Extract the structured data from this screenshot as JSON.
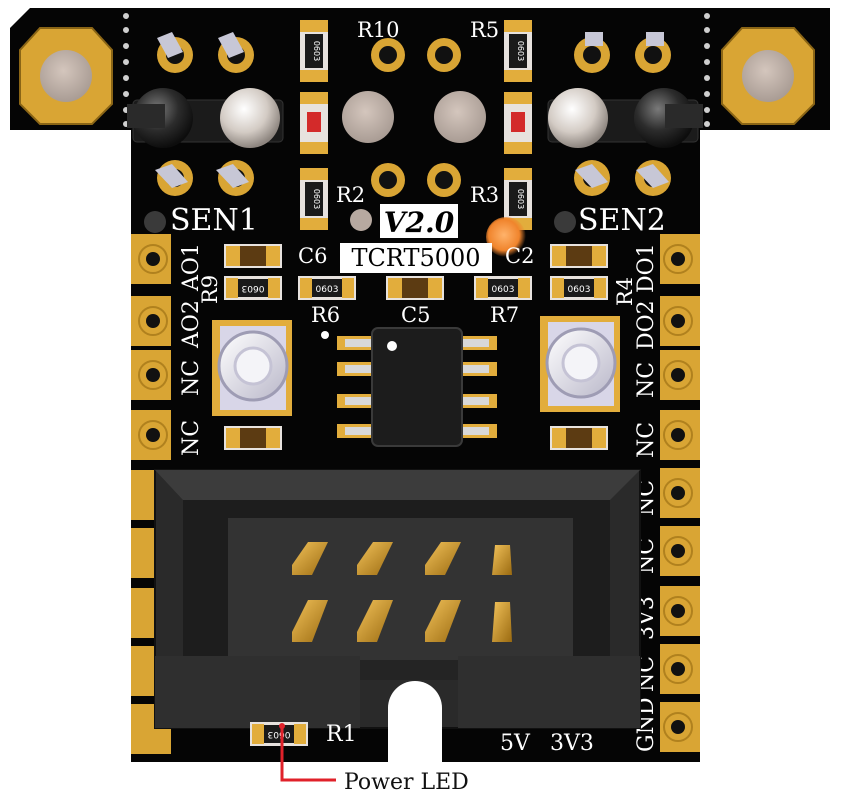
{
  "board": {
    "version": "V2.0",
    "sensor_model": "TCRT5000",
    "sensor_labels": [
      "SEN1",
      "SEN2"
    ]
  },
  "designators": {
    "r10": "R10",
    "r5": "R5",
    "r2": "R2",
    "r3": "R3",
    "c6": "C6",
    "c2": "C2",
    "r9": "R9",
    "r4": "R4",
    "r6": "R6",
    "c5": "C5",
    "r7": "R7",
    "r1": "R1"
  },
  "package_code": "0603",
  "left_pin_labels": [
    "AO1",
    "AO2",
    "NC",
    "NC"
  ],
  "right_pin_labels": [
    "DO1",
    "DO2",
    "NC",
    "NC",
    "NC",
    "NC",
    "3V3",
    "NC",
    "GND"
  ],
  "bottom_labels": {
    "v5": "5V",
    "v33": "3V3"
  },
  "annotation": {
    "power_led": "Power LED"
  },
  "colors": {
    "pcb": "#050505",
    "gold": "#d9a534",
    "pad_gold": "#e2ad3c",
    "connector": "#2a2a2a",
    "callout_line": "#e0212a"
  }
}
